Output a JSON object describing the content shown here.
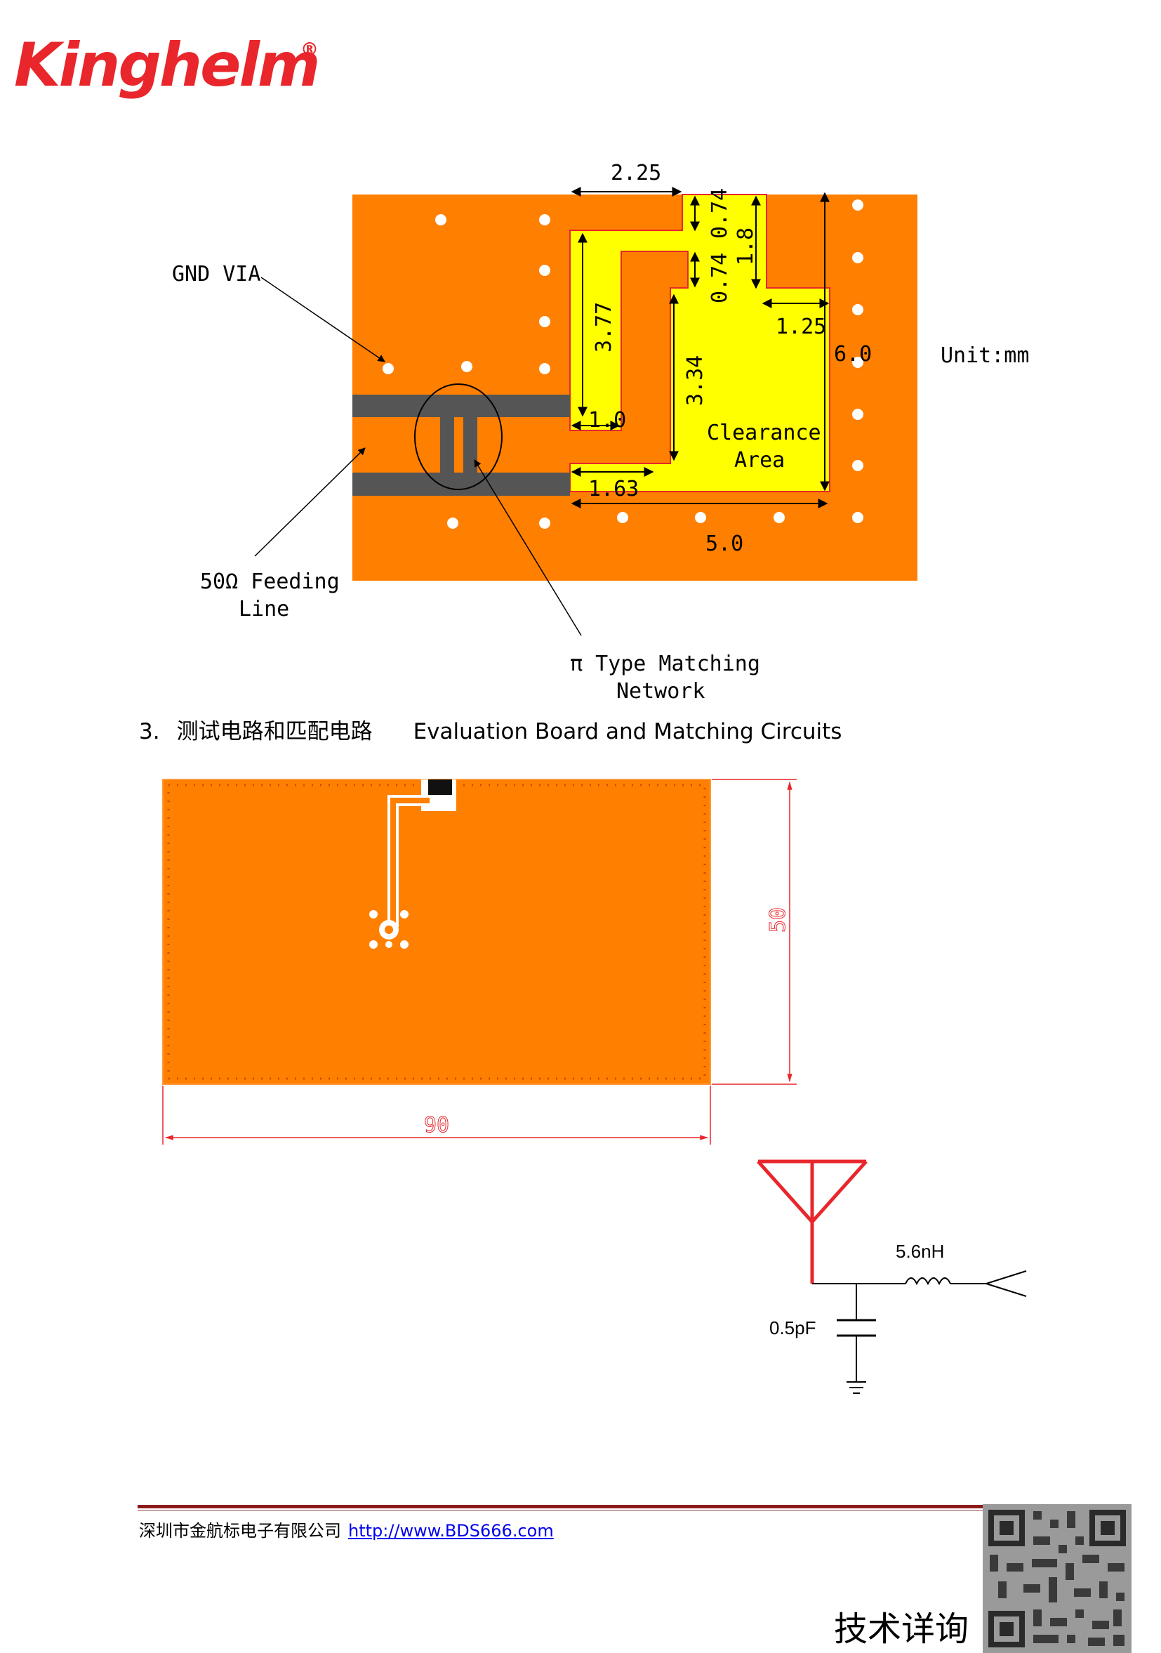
{
  "header": {
    "logo_text": "Kinghelm",
    "logo_mark": "®"
  },
  "layout_diagram": {
    "labels": {
      "gnd_via": "GND VIA",
      "unit": "Unit:mm",
      "clearance_line1": "Clearance",
      "clearance_line2": "Area",
      "feeding_line1": "50Ω Feeding",
      "feeding_line2": "Line",
      "pi_line1": "π Type Matching",
      "pi_line2": "Network"
    },
    "dimensions": {
      "d_2_25": "2.25",
      "d_0_74_top": "0.74",
      "d_1_8": "1.8",
      "d_0_74_mid": "0.74",
      "d_3_77": "3.77",
      "d_1_25": "1.25",
      "d_6_0": "6.0",
      "d_3_34": "3.34",
      "d_1_0": "1.0",
      "d_1_63": "1.63",
      "d_5_0": "5.0"
    }
  },
  "section3": {
    "number": "3.",
    "title_cn": "测试电路和匹配电路",
    "title_en": "Evaluation Board and Matching Circuits"
  },
  "eval_board": {
    "height_label": "50",
    "width_label": "90"
  },
  "circuit": {
    "inductor_label": "5.6nH",
    "capacitor_label": "0.5pF"
  },
  "footer": {
    "company": "深圳市金航标电子有限公司",
    "url": "http://www.BDS666.com",
    "consult": "技术详询"
  },
  "colors": {
    "pcb_orange": "#ff7f00",
    "clearance_yellow": "#ffff00",
    "trace_gray": "#555555",
    "brand_red": "#e8262b"
  }
}
